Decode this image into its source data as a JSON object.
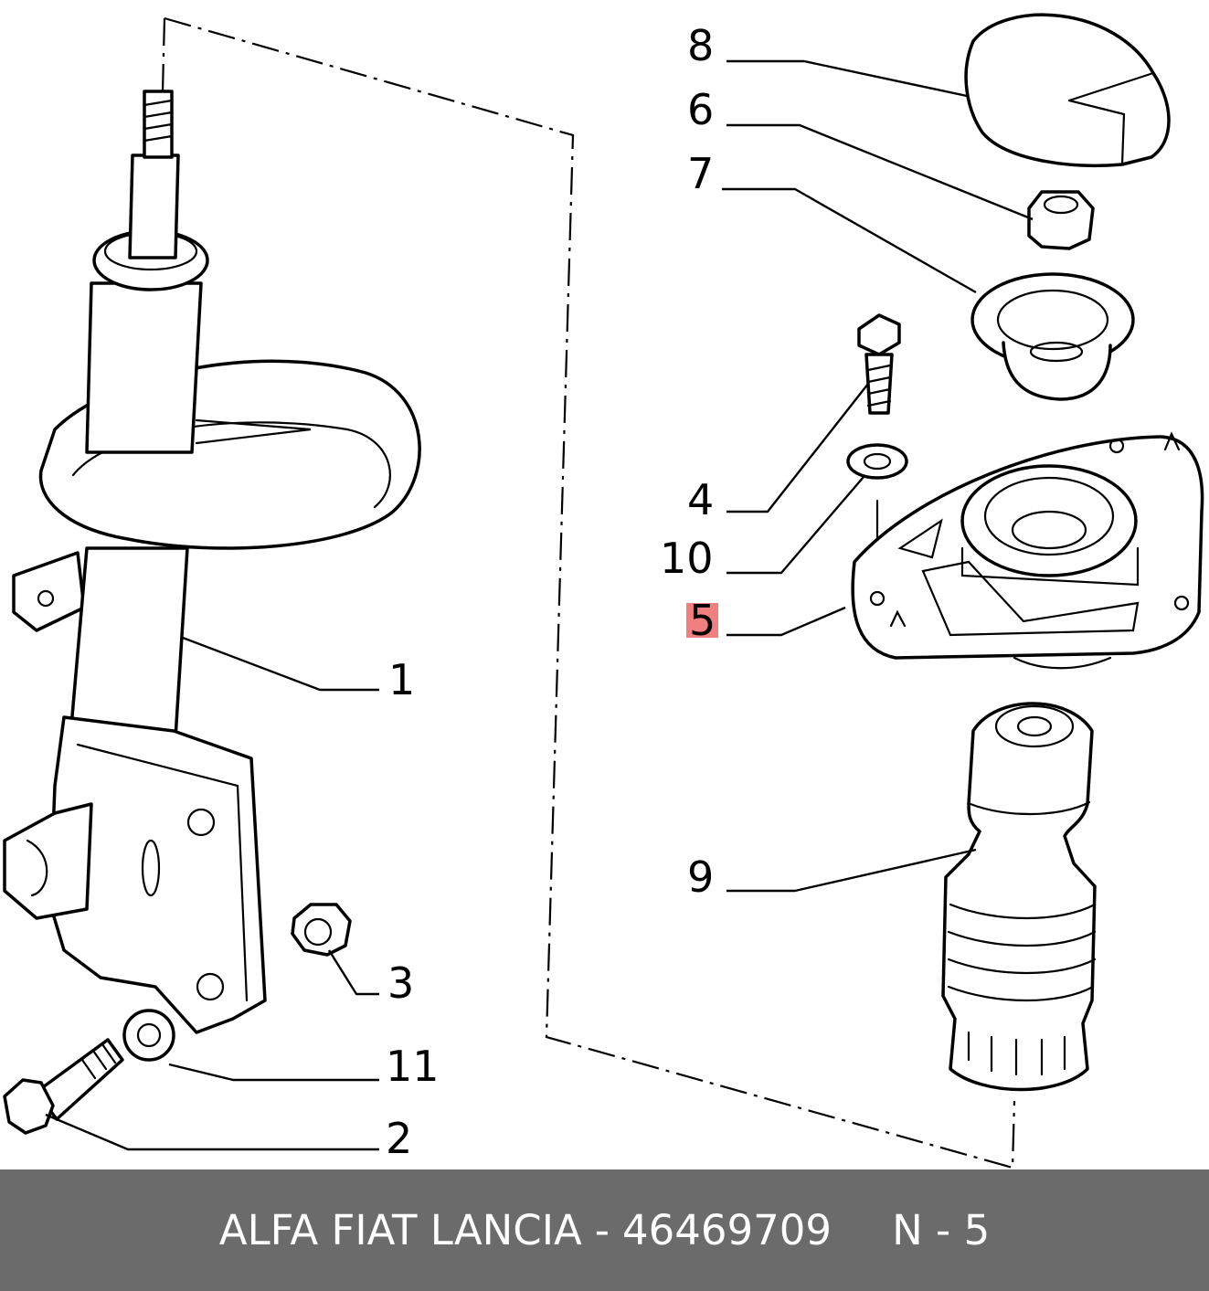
{
  "callouts": [
    {
      "id": "1",
      "label": "1"
    },
    {
      "id": "2",
      "label": "2"
    },
    {
      "id": "3",
      "label": "3"
    },
    {
      "id": "4",
      "label": "4"
    },
    {
      "id": "5",
      "label": "5",
      "highlighted": true
    },
    {
      "id": "6",
      "label": "6"
    },
    {
      "id": "7",
      "label": "7"
    },
    {
      "id": "8",
      "label": "8"
    },
    {
      "id": "9",
      "label": "9"
    },
    {
      "id": "10",
      "label": "10"
    },
    {
      "id": "11",
      "label": "11"
    }
  ],
  "footer": {
    "brands": "ALFA FIAT LANCIA",
    "separator": "-",
    "part_number": "46469709",
    "position_ref": "N - 5"
  },
  "colors": {
    "highlight": "#f27f7f",
    "footer_background": "#6b6b6b",
    "footer_text": "#ffffff",
    "line_art": "#000000"
  }
}
